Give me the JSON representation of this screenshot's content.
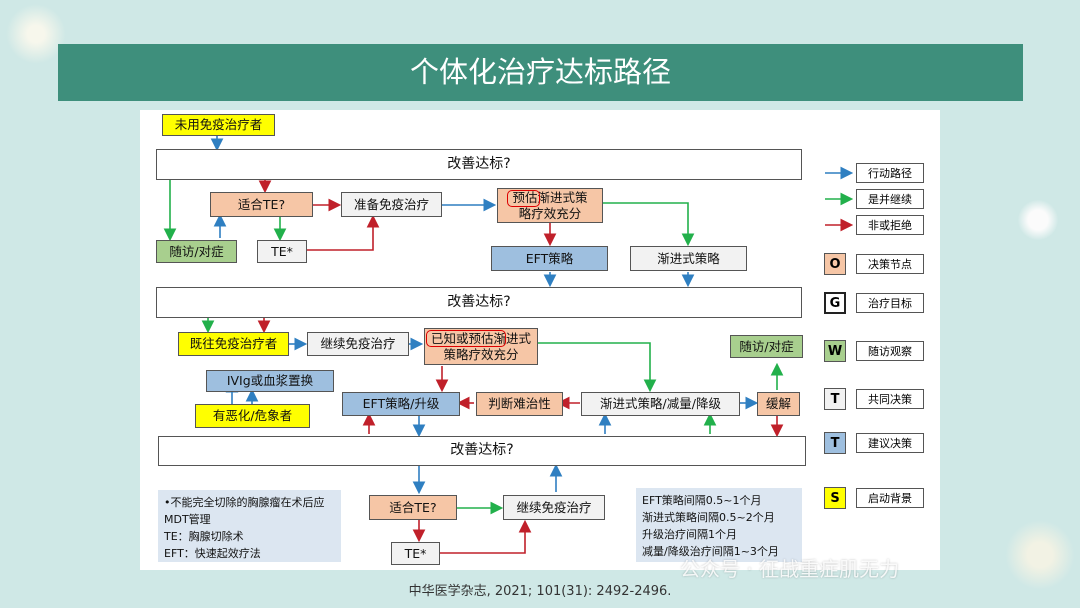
{
  "title": "个体化治疗达标路径",
  "caption": "中华医学杂志, 2021; 101(31): 2492-2496.",
  "watermark": "公众号 · 征战重症肌无力",
  "colors": {
    "blue": "#2f7fc1",
    "green": "#22b04b",
    "red": "#c0202a",
    "header": "#3e8f7c"
  },
  "nodes": {
    "untreated": "未用免疫治疗者",
    "improve1": "改善达标?",
    "suitable_te_1": "适合TE?",
    "prepare_immuno": "准备免疫治疗",
    "predict_gradual": "预估渐进式策略疗效充分",
    "followup_1": "随访/对症",
    "te_star_1": "TE*",
    "eft_strategy_1": "EFT策略",
    "gradual_strategy": "渐进式策略",
    "improve2": "改善达标?",
    "previously_treated": "既往免疫治疗者",
    "continue_immuno_1": "继续免疫治疗",
    "known_predict": "已知或预估渐进式策略疗效充分",
    "followup_2": "随访/对症",
    "ivig": "IVIg或血浆置换",
    "worsening": "有恶化/危象者",
    "eft_upgrade": "EFT策略/升级",
    "judge_refractory": "判断难治性",
    "gradual_reduce": "渐进式策略/减量/降级",
    "remission": "缓解",
    "improve3": "改善达标?",
    "suitable_te_2": "适合TE?",
    "continue_immuno_2": "继续免疫治疗",
    "te_star_2": "TE*"
  },
  "legend": {
    "arrows": [
      {
        "label": "行动路径",
        "color": "blue"
      },
      {
        "label": "是并继续",
        "color": "green"
      },
      {
        "label": "非或拒绝",
        "color": "red"
      }
    ],
    "keys": [
      {
        "letter": "O",
        "label": "决策节点",
        "fill": "#f6c6a6"
      },
      {
        "letter": "G",
        "label": "治疗目标",
        "fill": "#ffffff"
      },
      {
        "letter": "W",
        "label": "随访观察",
        "fill": "#a8cf8e"
      },
      {
        "letter": "T",
        "label": "共同决策",
        "fill": "#f2f2f2"
      },
      {
        "letter": "T",
        "label": "建议决策",
        "fill": "#9ebfdf"
      },
      {
        "letter": "S",
        "label": "启动背景",
        "fill": "#ffff00"
      }
    ]
  },
  "notes_left": [
    "•不能完全切除的胸腺瘤在术后应",
    "MDT管理",
    "TE：胸腺切除术",
    "EFT：快速起效疗法"
  ],
  "notes_right": [
    "EFT策略间隔0.5~1个月",
    "渐进式策略间隔0.5~2个月",
    "升级治疗间隔1个月",
    "减量/降级治疗间隔1~3个月"
  ]
}
